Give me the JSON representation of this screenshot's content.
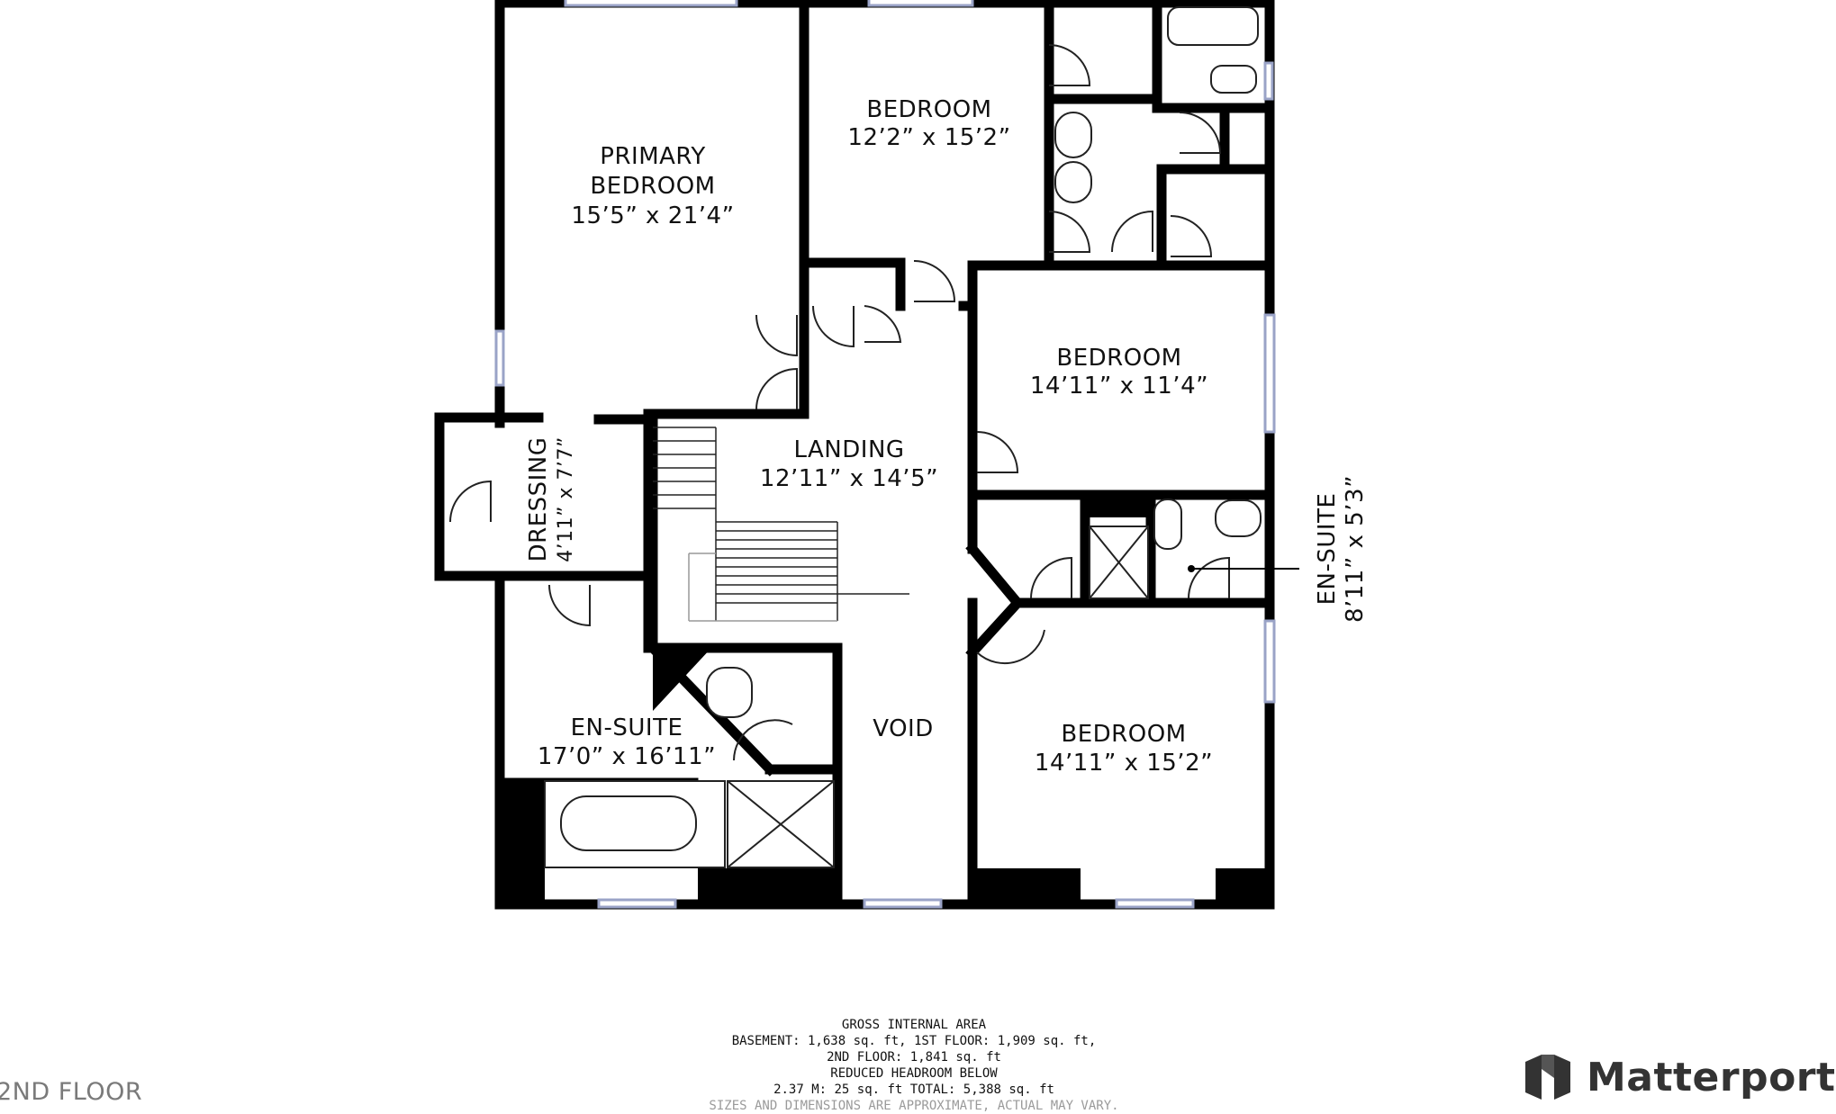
{
  "floor_label": "2ND FLOOR",
  "rooms": {
    "primary_bedroom": {
      "line1": "PRIMARY",
      "line2": "BEDROOM",
      "dims": "15’5” x 21’4”"
    },
    "bedroom_top": {
      "name": "BEDROOM",
      "dims": "12’2” x 15’2”"
    },
    "bedroom_mid": {
      "name": "BEDROOM",
      "dims": "14’11” x 11’4”"
    },
    "bedroom_bottom": {
      "name": "BEDROOM",
      "dims": "14’11” x 15’2”"
    },
    "landing": {
      "name": "LANDING",
      "dims": "12’11” x 14’5”"
    },
    "dressing": {
      "name": "DRESSING",
      "dims": "4’11” x 7’7”"
    },
    "en_suite_main": {
      "name": "EN-SUITE",
      "dims": "17’0” x 16’11”"
    },
    "en_suite_small": {
      "name": "EN-SUITE",
      "dims": "8’11” x 5’3”"
    },
    "void": {
      "name": "VOID"
    }
  },
  "area_summary": {
    "heading": "GROSS INTERNAL AREA",
    "line1": "BASEMENT: 1,638 sq. ft, 1ST FLOOR: 1,909 sq. ft,",
    "line2": "2ND FLOOR: 1,841 sq. ft",
    "line3": "REDUCED HEADROOM BELOW",
    "line4": "2.37 M: 25 sq. ft TOTAL: 5,388 sq. ft",
    "line5": "SIZES AND DIMENSIONS ARE APPROXIMATE, ACTUAL MAY VARY."
  },
  "brand": {
    "name": "Matterport",
    "icon": "matterport-logo-icon"
  },
  "colors": {
    "wall": "#000000",
    "fixture_fill": "#ffffff",
    "fixture_stroke": "#222222",
    "window": "#9aa3c7",
    "label_gray": "#7a7a7a"
  }
}
